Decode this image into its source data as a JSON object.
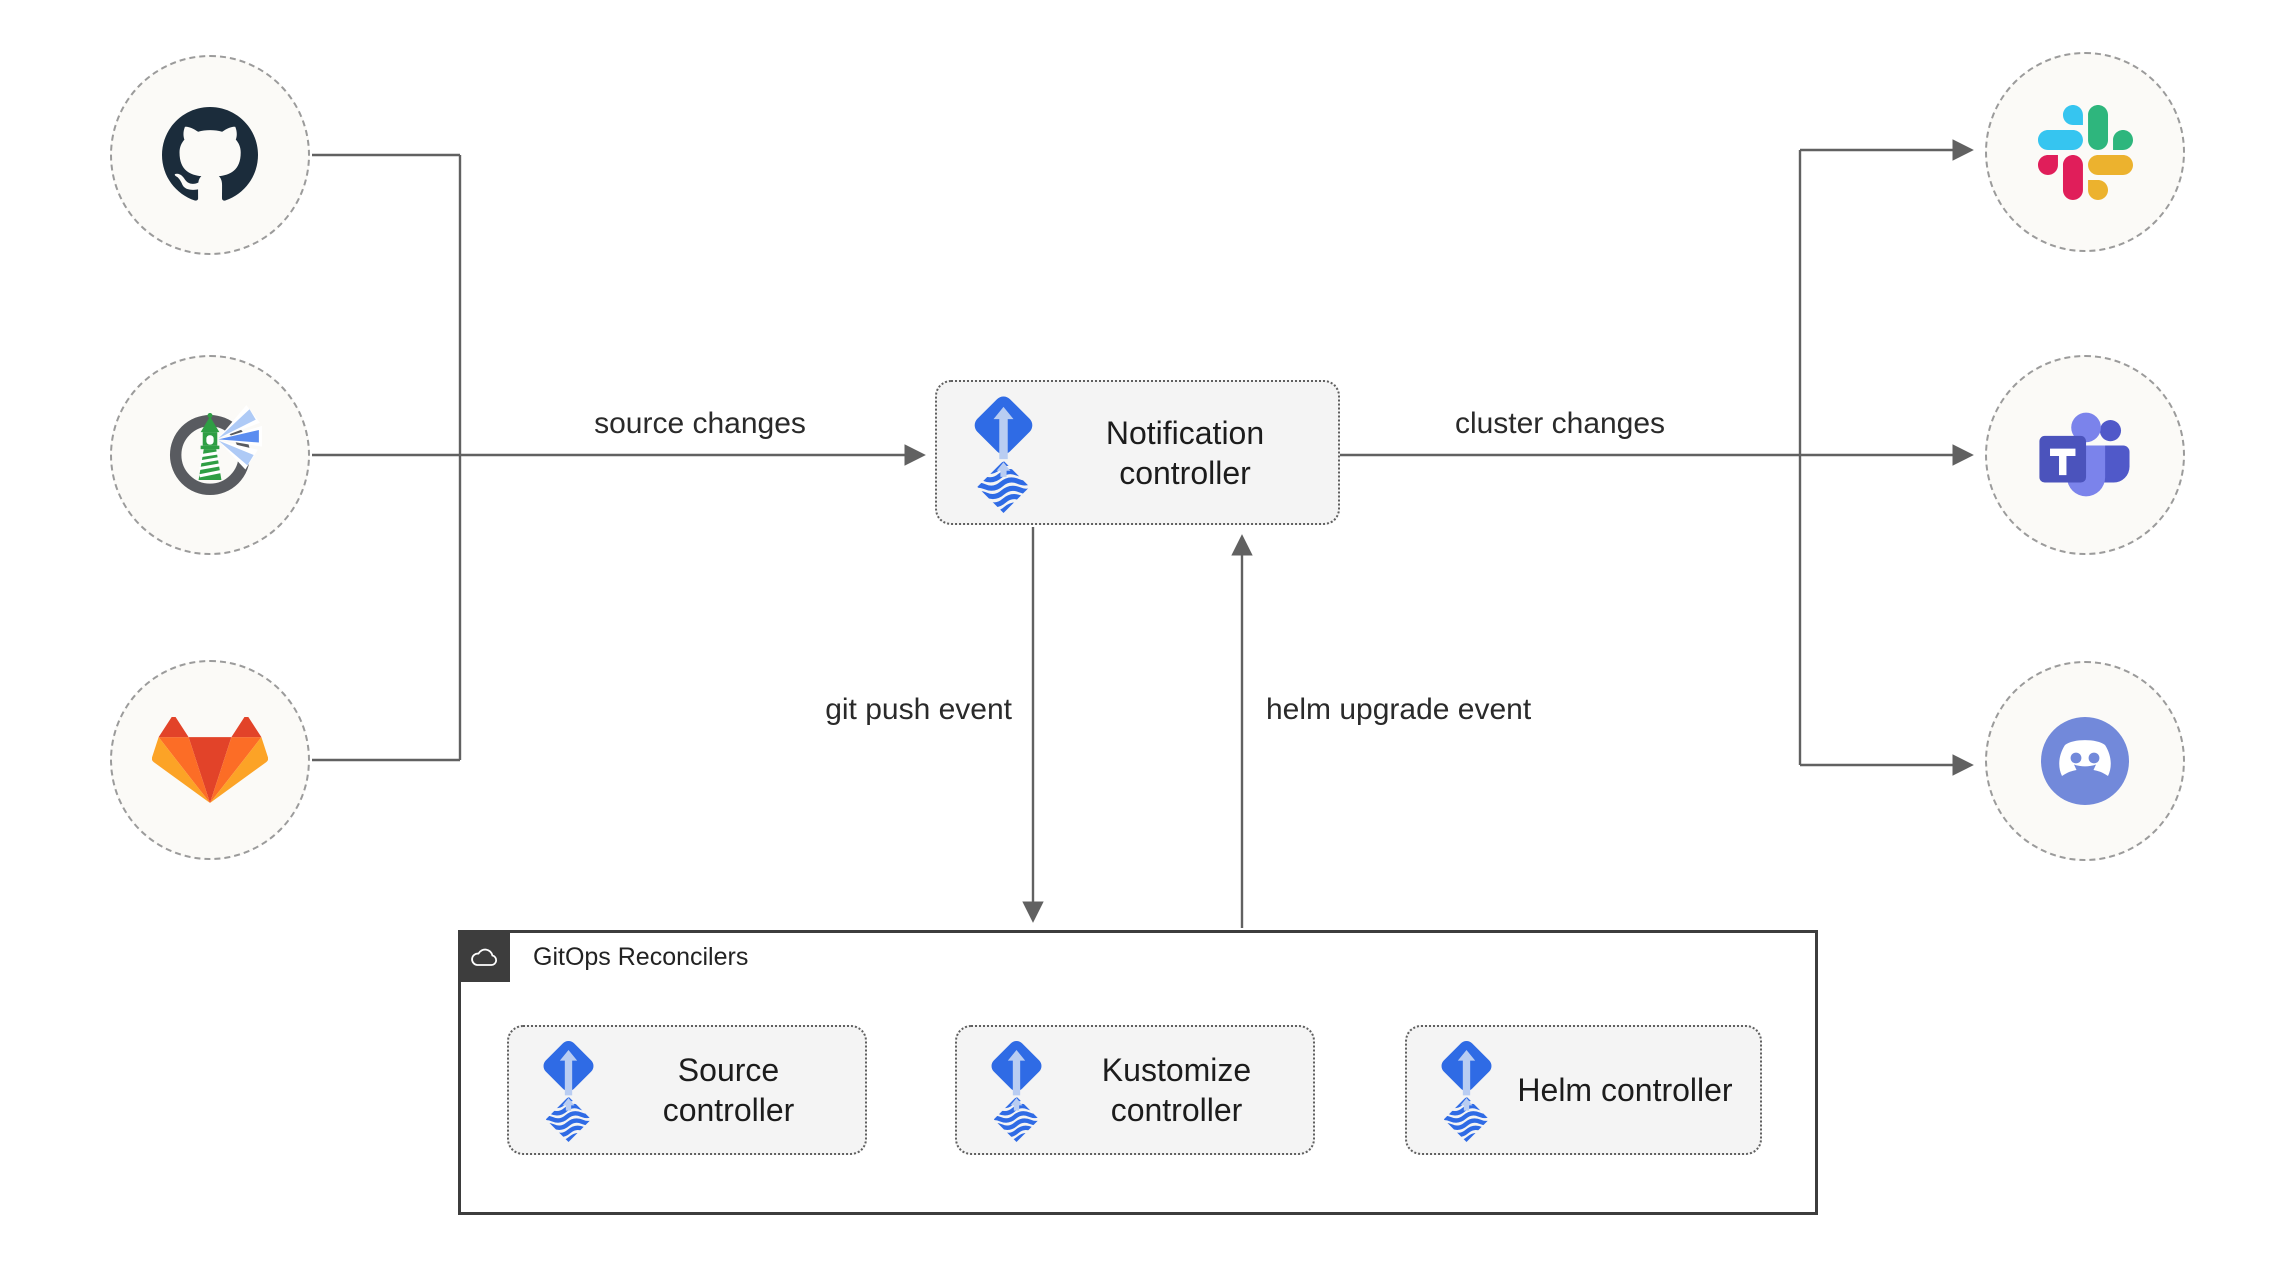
{
  "diagram": {
    "kind": "flux-notification-architecture",
    "source_nodes": [
      {
        "icon": "github-icon"
      },
      {
        "icon": "harbor-icon"
      },
      {
        "icon": "gitlab-icon"
      }
    ],
    "alert_nodes": [
      {
        "icon": "slack-icon"
      },
      {
        "icon": "microsoft-teams-icon"
      },
      {
        "icon": "discord-icon"
      }
    ]
  },
  "controllers": {
    "notification": {
      "label": "Notification controller",
      "icon": "flux-icon"
    },
    "source": {
      "label": "Source controller",
      "icon": "flux-icon"
    },
    "kustomize": {
      "label": "Kustomize controller",
      "icon": "flux-icon"
    },
    "helm": {
      "label": "Helm controller",
      "icon": "flux-icon"
    }
  },
  "groups": {
    "reconcilers": {
      "label": "GitOps Reconcilers",
      "icon": "cloud-icon"
    }
  },
  "edges": {
    "source_changes": "source changes",
    "cluster_changes": "cluster changes",
    "git_push_event": "git push event",
    "helm_upgrade_event": "helm upgrade event"
  },
  "colors": {
    "flux_blue": "#2f6be5",
    "flux_light_arrow": "#b9cdf2",
    "wire_gray": "#616161",
    "box_fill": "#f4f4f4",
    "box_border": "#5f5f5f",
    "node_fill": "#fbfaf7",
    "node_border": "#9b9b9b",
    "group_border": "#3d3d3d",
    "github_dark": "#1b2c3b",
    "harbor_green": "#2f9e44",
    "gitlab_red": "#e24329",
    "gitlab_orange": "#fc6d26",
    "gitlab_amber": "#fca326",
    "slack_blue": "#36c5f0",
    "slack_green": "#2eb67d",
    "slack_yellow": "#ecb22e",
    "slack_pink": "#e01e5a",
    "teams_purple": "#4b53bc",
    "teams_light_purple": "#7b83eb",
    "discord_blurple": "#7289da"
  }
}
